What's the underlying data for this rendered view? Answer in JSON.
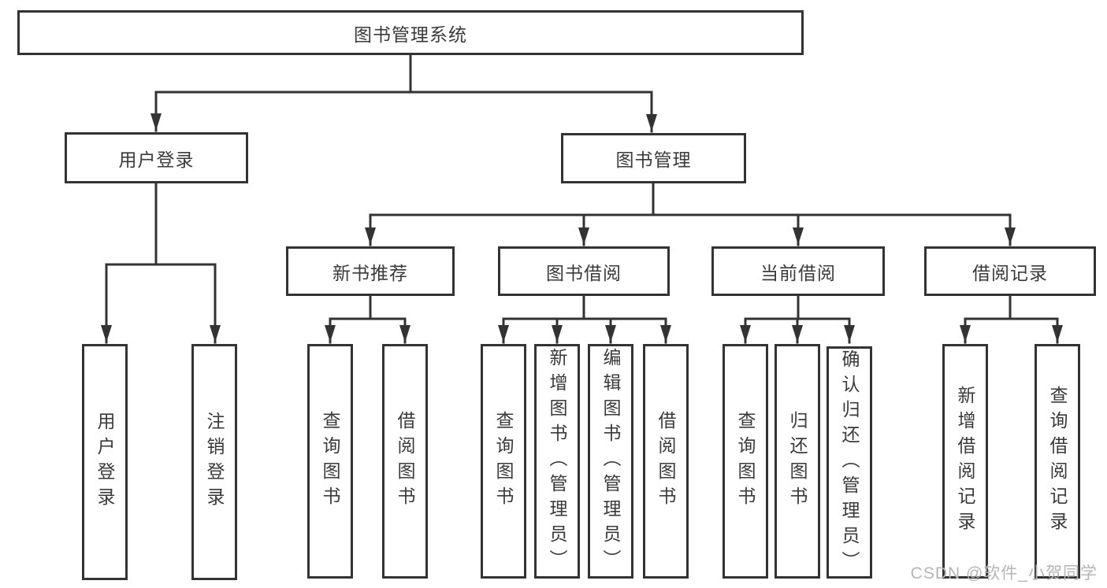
{
  "tree": {
    "root": {
      "label": "图书管理系统"
    },
    "branches": [
      {
        "label": "用户登录",
        "leaves": [
          {
            "label": "用户登录"
          },
          {
            "label": "注销登录"
          }
        ]
      },
      {
        "label": "图书管理",
        "groups": [
          {
            "label": "新书推荐",
            "leaves": [
              {
                "label": "查询图书"
              },
              {
                "label": "借阅图书"
              }
            ]
          },
          {
            "label": "图书借阅",
            "leaves": [
              {
                "label": "查询图书"
              },
              {
                "label": "新增图书（管理员）"
              },
              {
                "label": "编辑图书（管理员）"
              },
              {
                "label": "借阅图书"
              }
            ]
          },
          {
            "label": "当前借阅",
            "leaves": [
              {
                "label": "查询图书"
              },
              {
                "label": "归还图书"
              },
              {
                "label": "确认归还（管理员）"
              }
            ]
          },
          {
            "label": "借阅记录",
            "leaves": [
              {
                "label": "新增借阅记录"
              },
              {
                "label": "查询借阅记录"
              }
            ]
          }
        ]
      }
    ]
  },
  "watermark": {
    "text": "CSDN @软件_小贺同学"
  },
  "colors": {
    "line": "#333333",
    "text": "#3a3a3a",
    "background": "#ffffff",
    "watermark": "#b5b5b5"
  }
}
